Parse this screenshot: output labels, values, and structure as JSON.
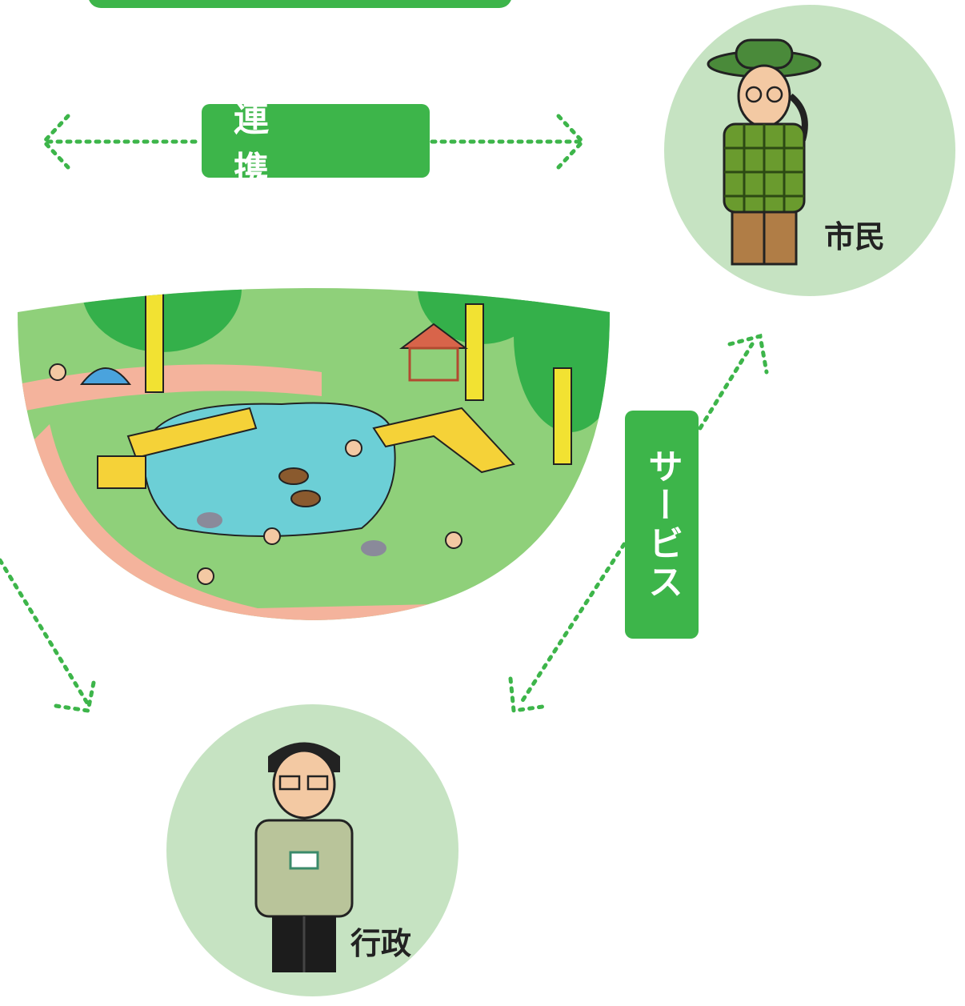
{
  "labels": {
    "collaboration": "連　携",
    "service": "サービス",
    "citizen": "市民",
    "government": "行政"
  },
  "colors": {
    "accent_green": "#3db54a",
    "circle_fill": "#c6e3c2",
    "pond_blue": "#6ccfd6",
    "grass": "#8fd07a",
    "tree": "#34b04a"
  },
  "icons": {
    "citizen_figure": "citizen-person-icon",
    "government_figure": "government-person-icon",
    "park_scene": "park-pond-illustration"
  }
}
